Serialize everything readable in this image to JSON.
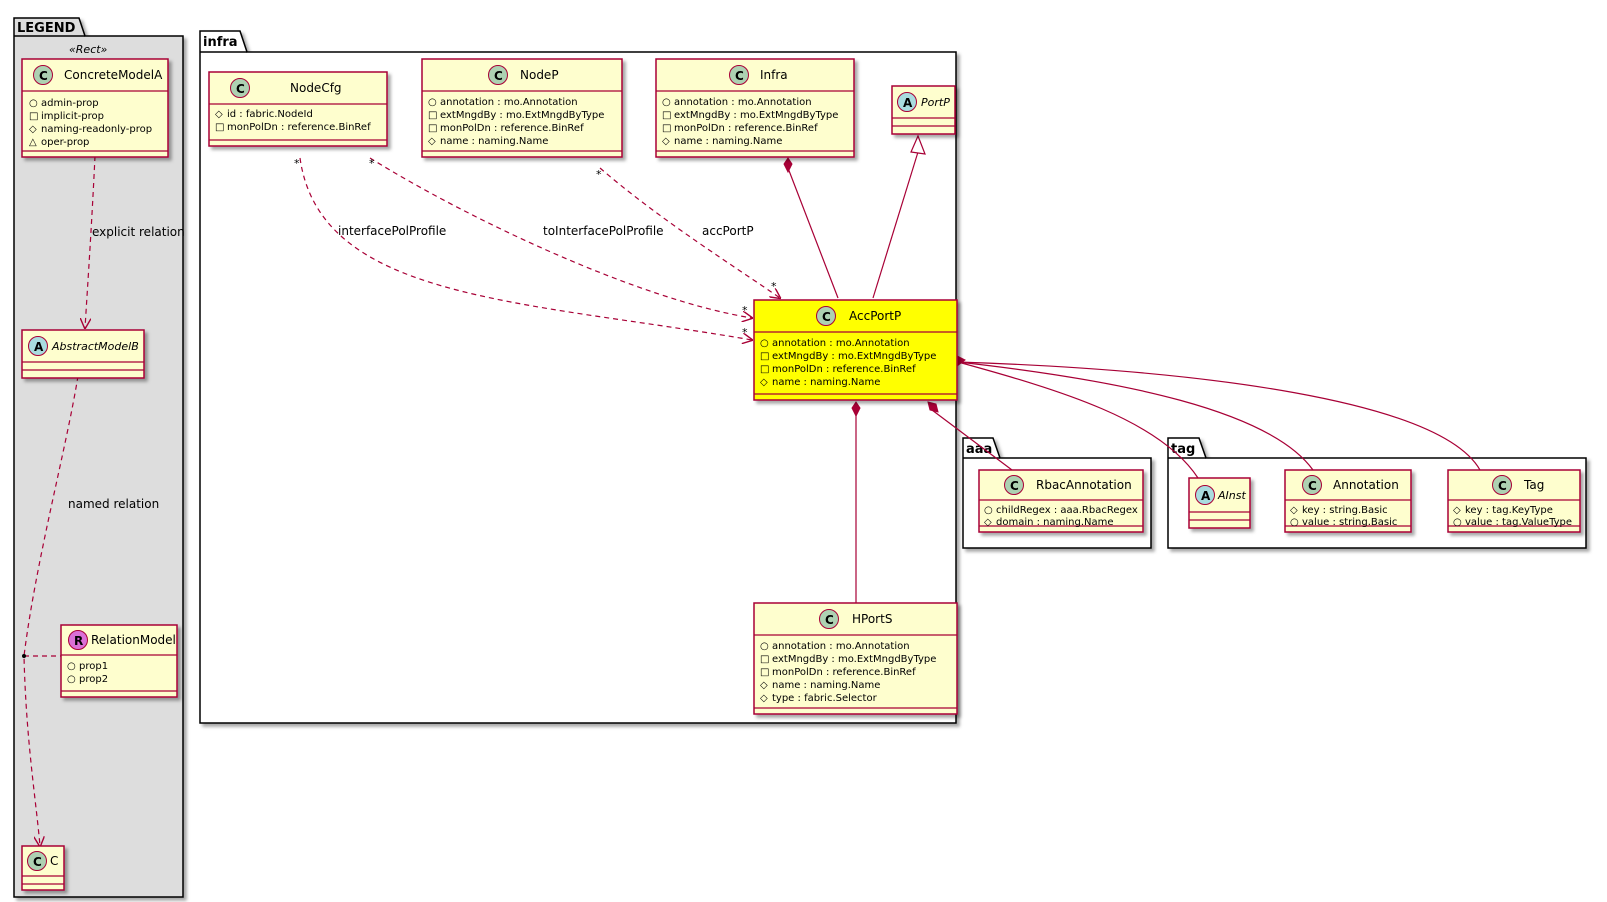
{
  "packages": {
    "legend": "LEGEND",
    "infra": "infra",
    "aaa": "aaa",
    "tag": "tag"
  },
  "legend": {
    "stereotype": "«Rect»",
    "concrete": {
      "name": "ConcreteModelA",
      "attrs": [
        "admin-prop",
        "implicit-prop",
        "naming-readonly-prop",
        "oper-prop"
      ]
    },
    "abstract": {
      "name": "AbstractModelB"
    },
    "relation_model": {
      "name": "RelationModel",
      "attrs": [
        "prop1",
        "prop2"
      ]
    },
    "c": {
      "name": "C"
    },
    "explicit_relation": "explicit relation",
    "named_relation": "named relation"
  },
  "classes": {
    "nodecfg": {
      "name": "NodeCfg",
      "attrs": [
        "id : fabric.NodeId",
        "monPolDn : reference.BinRef"
      ]
    },
    "nodep": {
      "name": "NodeP",
      "attrs": [
        "annotation : mo.Annotation",
        "extMngdBy : mo.ExtMngdByType",
        "monPolDn : reference.BinRef",
        "name : naming.Name"
      ]
    },
    "infra": {
      "name": "Infra",
      "attrs": [
        "annotation : mo.Annotation",
        "extMngdBy : mo.ExtMngdByType",
        "monPolDn : reference.BinRef",
        "name : naming.Name"
      ]
    },
    "portp": {
      "name": "PortP"
    },
    "accportp": {
      "name": "AccPortP",
      "attrs": [
        "annotation : mo.Annotation",
        "extMngdBy : mo.ExtMngdByType",
        "monPolDn : reference.BinRef",
        "name : naming.Name"
      ]
    },
    "hports": {
      "name": "HPortS",
      "attrs": [
        "annotation : mo.Annotation",
        "extMngdBy : mo.ExtMngdByType",
        "monPolDn : reference.BinRef",
        "name : naming.Name",
        "type : fabric.Selector"
      ]
    },
    "rbac": {
      "name": "RbacAnnotation",
      "attrs": [
        "childRegex : aaa.RbacRegex",
        "domain : naming.Name"
      ]
    },
    "ainst": {
      "name": "AInst"
    },
    "annotation": {
      "name": "Annotation",
      "attrs": [
        "key : string.Basic",
        "value : string.Basic"
      ]
    },
    "tag": {
      "name": "Tag",
      "attrs": [
        "key : tag.KeyType",
        "value : tag.ValueType"
      ]
    }
  },
  "relations": {
    "interfacePolProfile": "interfacePolProfile",
    "toInterfacePolProfile": "toInterfacePolProfile",
    "accPortP": "accPortP",
    "star": "*"
  },
  "colors": {
    "class_fill": "#FEFECE",
    "class_border": "#A80036",
    "highlight_fill": "#FFFF00",
    "legend_bg": "#DDDDDD",
    "circle_c": "#ADD1B2",
    "circle_a": "#A9DCDF",
    "circle_r": "#DA70D6",
    "arrow": "#A80036"
  }
}
